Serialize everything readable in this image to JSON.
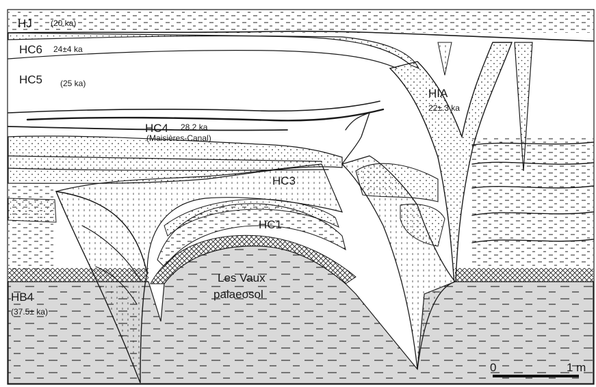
{
  "labels": {
    "hj": "HJ",
    "hj_age": "(20 ka)",
    "hc6": "HC6",
    "hc6_age": "24±4 ka",
    "hc5": "HC5",
    "hc5_age": "(25 ka)",
    "hc4": "HC4",
    "hc4_age": "28.2 ka",
    "hc4_site": "(Maisières-Canal)",
    "hc3": "HC3",
    "hc1": "HC1",
    "hia": "HIA",
    "hia_age": "22±.3 ka",
    "hb4": "HB4",
    "hb4_age": "(37.5± ka)",
    "palaeosol_1": "Les Vaux",
    "palaeosol_2": "palaeosol"
  },
  "scale_bar": {
    "start_label": "0",
    "end_label": "1 m"
  },
  "colors": {
    "ink": "#1a1a1a",
    "loess_fill": "#d9d9d9",
    "background": "#ffffff"
  }
}
